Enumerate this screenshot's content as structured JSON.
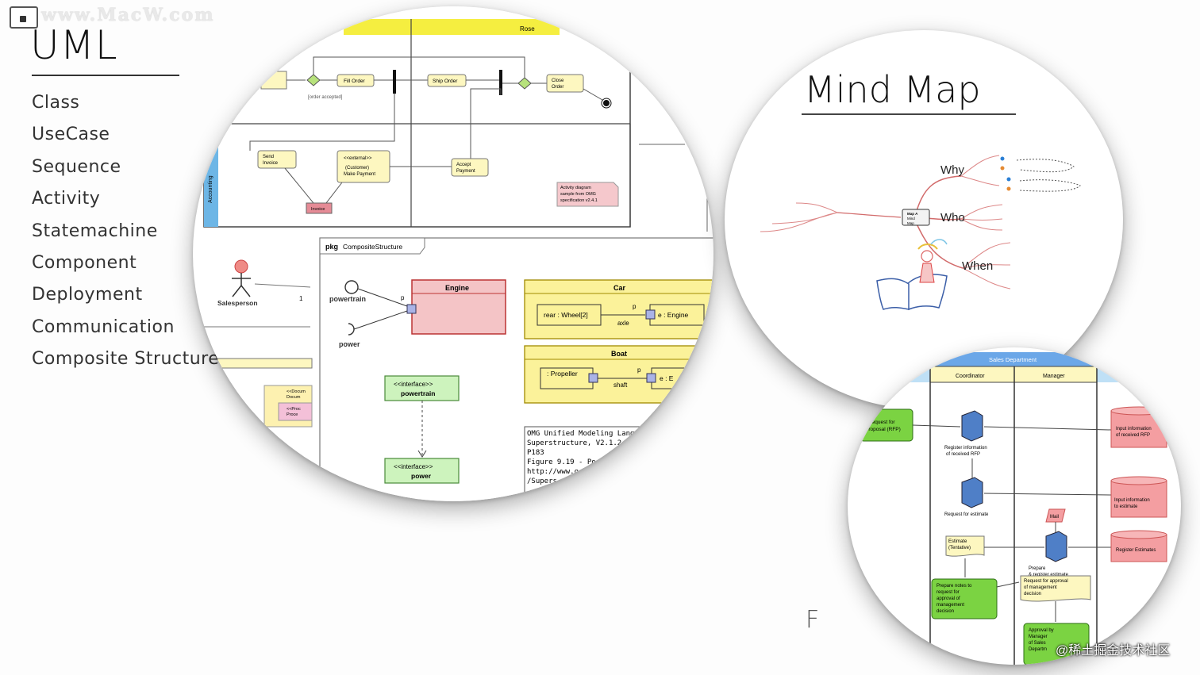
{
  "watermark": {
    "text": "www.MacW.com"
  },
  "title": "UML",
  "diagram_types": [
    "Class",
    "UseCase",
    "Sequence",
    "Activity",
    "Statemachine",
    "Component",
    "Deployment",
    "Communication",
    "Composite Structure"
  ],
  "uml_circle": {
    "activity": {
      "lane": "Rose",
      "fill_order": "Fill Order",
      "order_accepted": "[order accepted]",
      "ship_order": "Ship Order",
      "close": "Close",
      "order": "Order",
      "send": "Send",
      "invoice": "Invoice",
      "external": "<<external>>",
      "customer": "(Customer)",
      "make_payment": "Make Payment",
      "accept": "Accept",
      "payment": "Payment",
      "invoice_obj": "Invoice",
      "accounting": "Accounting",
      "note": [
        "Activity diagram",
        "sample from OMG",
        "specification v2.4.1"
      ]
    },
    "actor": "Salesperson",
    "multiplicity": "1",
    "composite": {
      "pkg_keyword": "pkg",
      "pkg_name": "CompositeStructure",
      "powertrain": "powertrain",
      "power": "power",
      "port_p": "p",
      "engine": "Engine",
      "car": "Car",
      "car_rear": "rear : Wheel[2]",
      "car_axle": "axle",
      "car_engine": "e : Engine",
      "boat": "Boat",
      "boat_prop": ": Propeller",
      "boat_shaft": "shaft",
      "boat_engine": "e : E",
      "iface_stereo": "<<interface>>",
      "iface_powertrain": "powertrain",
      "iface_power": "power",
      "ref_lines": [
        "OMG Unified Modeling Langu",
        "Superstructure, V2.1.2",
        "P183",
        "Figure 9.19 - Po",
        "http://www.o",
        "/Supers"
      ]
    },
    "class_stub": [
      "<<Docum",
      "Docum",
      "<<Proc",
      "Proce"
    ]
  },
  "mind_map": {
    "title": "Mind Map",
    "branches": [
      "Why",
      "Who",
      "When"
    ],
    "center": [
      "Map A",
      "Mind",
      "Map"
    ]
  },
  "bpmn": {
    "pool": "Sales Department",
    "lanes": [
      "Coordinator",
      "Manager"
    ],
    "rfp": [
      "Request for",
      "Proposal (RFP)"
    ],
    "register": [
      "Register information",
      "of received RFP"
    ],
    "request_estimate": "Request for estimate",
    "input_rfp": [
      "Input information",
      "of received RFP"
    ],
    "input_estimate": [
      "Input information",
      "to estimate"
    ],
    "mail": "Mail",
    "estimate": [
      "Estimate",
      "(Tentative)"
    ],
    "prepare": [
      "Prepare",
      "& register estimate"
    ],
    "register_estimates": "Register Estimates",
    "prepare_memo": [
      "Prepare notes to",
      "request for",
      "approval of",
      "management",
      "decision"
    ],
    "request_approval": [
      "Request for approval",
      "of management",
      "decision"
    ],
    "approval": [
      "Approval by",
      "Manager",
      "of Sales",
      "Departm"
    ]
  },
  "stray_letter": "F",
  "credit": "@稀土掘金技术社区"
}
